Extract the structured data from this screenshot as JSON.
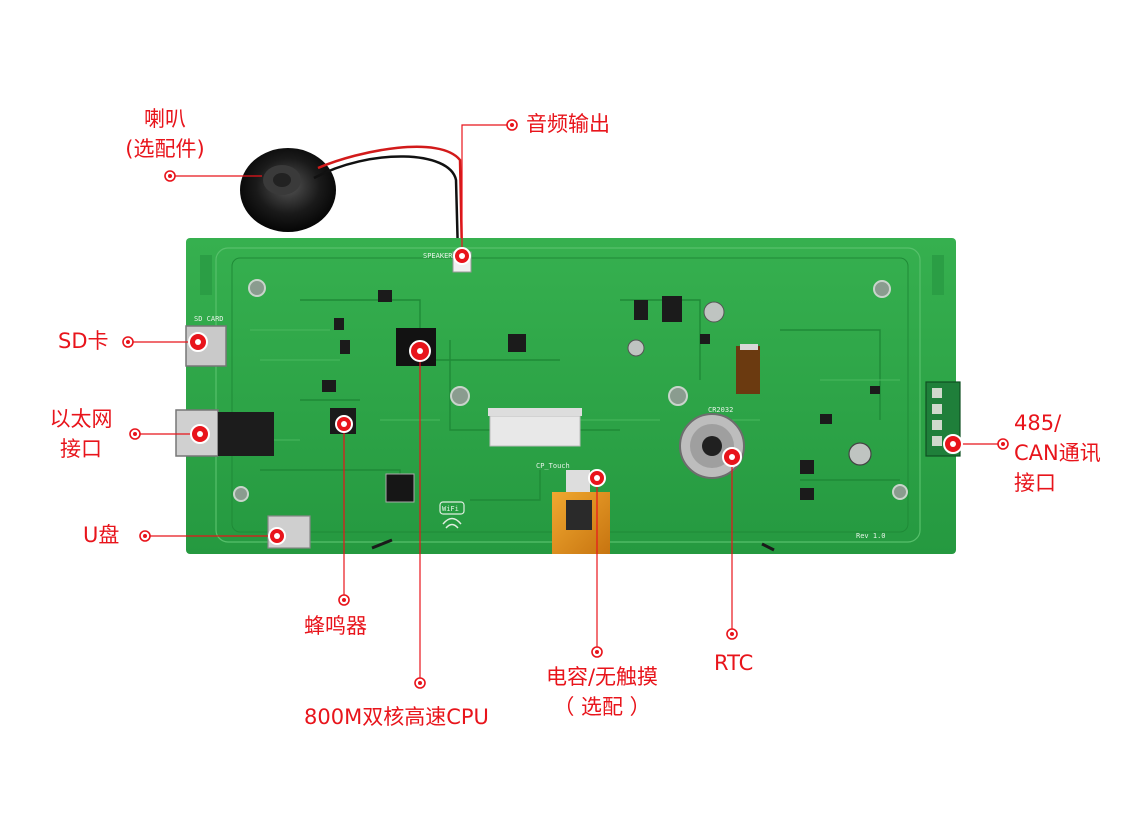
{
  "diagram": {
    "callout_color": "#e8141b",
    "board_color": "#2fa64a",
    "labels": {
      "speaker": [
        "喇叭",
        "(选配件)"
      ],
      "audio_out": "音频输出",
      "sd_card": "SD卡",
      "ethernet": [
        "以太网",
        "接口"
      ],
      "usb": "U盘",
      "buzzer": "蜂鸣器",
      "cpu": "800M双核高速CPU",
      "touch": [
        "电容/无触摸",
        "（ 选配 ）"
      ],
      "rtc": "RTC",
      "comm": [
        "485/",
        "CAN通讯",
        "接口"
      ]
    },
    "board_marks": {
      "sd_silk": "SD CARD",
      "speaker_silk": "SPEAKER",
      "rtc_silk": "CR2032",
      "touch_silk": "CP_Touch",
      "wifi_badge": "WiFi",
      "version": "Rev 1.0"
    }
  }
}
